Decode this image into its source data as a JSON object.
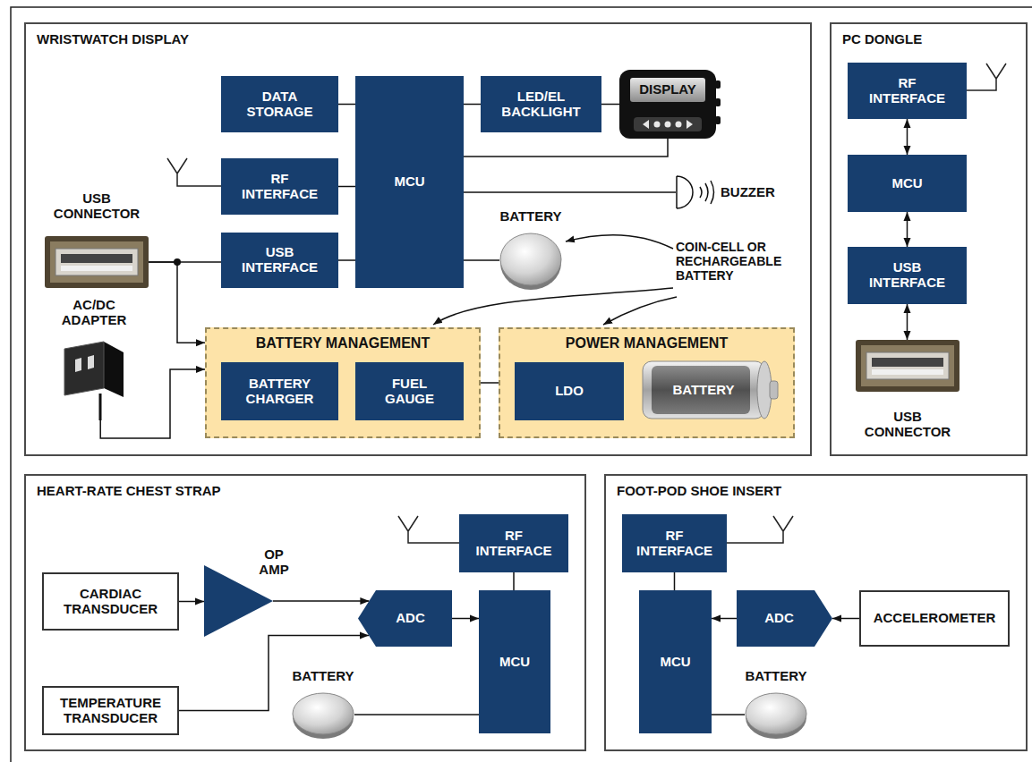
{
  "diagram": {
    "nodes": [
      {
        "text": [
          "WRISTWATCH DISPLAY"
        ]
      },
      {
        "text": [
          "DATA STORAGE"
        ],
        "in": 0
      },
      {
        "text": [
          "MCU"
        ],
        "in": 0
      },
      {
        "text": [
          "LED/EL BACKLIGHT"
        ],
        "in": 0
      },
      {
        "text": [
          "DISPLAY"
        ],
        "in": 0
      },
      {
        "text": [
          "RF INTERFACE"
        ],
        "in": 0
      },
      {
        "text": [
          "USB INTERFACE"
        ],
        "in": 0
      },
      {
        "text": [
          "BATTERY MANAGEMENT"
        ],
        "in": 0
      },
      {
        "text": [
          "BATTERY CHARGER"
        ],
        "in": 7
      },
      {
        "text": [
          "FUEL GAUGE"
        ],
        "in": 7
      },
      {
        "text": [
          "POWER MANAGEMENT"
        ],
        "in": 0
      },
      {
        "text": [
          "LDO"
        ],
        "in": 10
      },
      {
        "text": [
          "BATTERY"
        ],
        "in": 10
      },
      {
        "text": [
          "BATTERY"
        ],
        "in": 0
      },
      {
        "text": [
          "USB CONNECTOR"
        ],
        "in": 0
      },
      {
        "text": [
          "AC/DC ADAPTER"
        ],
        "in": 0
      },
      {
        "text": [
          "BUZZER"
        ],
        "in": 0
      },
      {
        "text": [
          "PC DONGLE"
        ]
      },
      {
        "text": [
          "RF INTERFACE"
        ],
        "in": 17
      },
      {
        "text": [
          "MCU"
        ],
        "in": 17
      },
      {
        "text": [
          "USB INTERFACE"
        ],
        "in": 17
      },
      {
        "text": [
          "USB CONNECTOR"
        ],
        "in": 17
      },
      {
        "text": [
          "HEART-RATE CHEST STRAP"
        ]
      },
      {
        "text": [
          "CARDIAC TRANSDUCER"
        ],
        "in": 22
      },
      {
        "text": [
          "OP AMP"
        ],
        "in": 22
      },
      {
        "text": [
          "ADC"
        ],
        "in": 22
      },
      {
        "text": [
          "RF INTERFACE"
        ],
        "in": 22
      },
      {
        "text": [
          "MCU"
        ],
        "in": 22
      },
      {
        "text": [
          "TEMPERATURE TRANSDUCER"
        ],
        "in": 22
      },
      {
        "text": [
          "BATTERY"
        ],
        "in": 22
      },
      {
        "text": [
          "FOOT-POD SHOE INSERT"
        ]
      },
      {
        "text": [
          "RF INTERFACE"
        ],
        "in": 30
      },
      {
        "text": [
          "MCU"
        ],
        "in": 30
      },
      {
        "text": [
          "ADC"
        ],
        "in": 30
      },
      {
        "text": [
          "ACCELEROMETER"
        ],
        "in": 30
      },
      {
        "text": [
          "BATTERY"
        ],
        "in": 30
      }
    ],
    "edges": [
      {
        "from": 1,
        "to": 2,
        "arrow": "none"
      },
      {
        "from": 2,
        "to": 3,
        "arrow": "none"
      },
      {
        "from": 3,
        "to": 4,
        "arrow": "none"
      },
      {
        "from": 2,
        "to": 4,
        "arrow": "none"
      },
      {
        "from": 5,
        "to": 2,
        "arrow": "none"
      },
      {
        "from": 6,
        "to": 2,
        "arrow": "none"
      },
      {
        "from": 2,
        "to": 16,
        "arrow": "none"
      },
      {
        "from": 2,
        "to": 13,
        "arrow": "none"
      },
      {
        "from": 14,
        "to": 6,
        "arrow": "none"
      },
      {
        "from": 14,
        "to": 7,
        "arrow": "to"
      },
      {
        "from": 15,
        "to": 7,
        "arrow": "to"
      },
      {
        "from": 7,
        "to": 10,
        "arrow": "none"
      },
      {
        "from": 18,
        "to": 19,
        "arrow": "both"
      },
      {
        "from": 19,
        "to": 20,
        "arrow": "both"
      },
      {
        "from": 20,
        "to": 21,
        "arrow": "both"
      },
      {
        "from": 23,
        "to": 24,
        "arrow": "to"
      },
      {
        "from": 24,
        "to": 25,
        "arrow": "to"
      },
      {
        "from": 28,
        "to": 25,
        "arrow": "to"
      },
      {
        "from": 25,
        "to": 27,
        "arrow": "to"
      },
      {
        "from": 26,
        "to": 27,
        "arrow": "none"
      },
      {
        "from": 29,
        "to": 27,
        "arrow": "none"
      },
      {
        "from": 31,
        "to": 32,
        "arrow": "none"
      },
      {
        "from": 33,
        "to": 32,
        "arrow": "to"
      },
      {
        "from": 34,
        "to": 33,
        "arrow": "to"
      },
      {
        "from": 35,
        "to": 32,
        "arrow": "none"
      }
    ],
    "labels": [
      "COIN-CELL OR RECHARGEABLE BATTERY"
    ]
  }
}
